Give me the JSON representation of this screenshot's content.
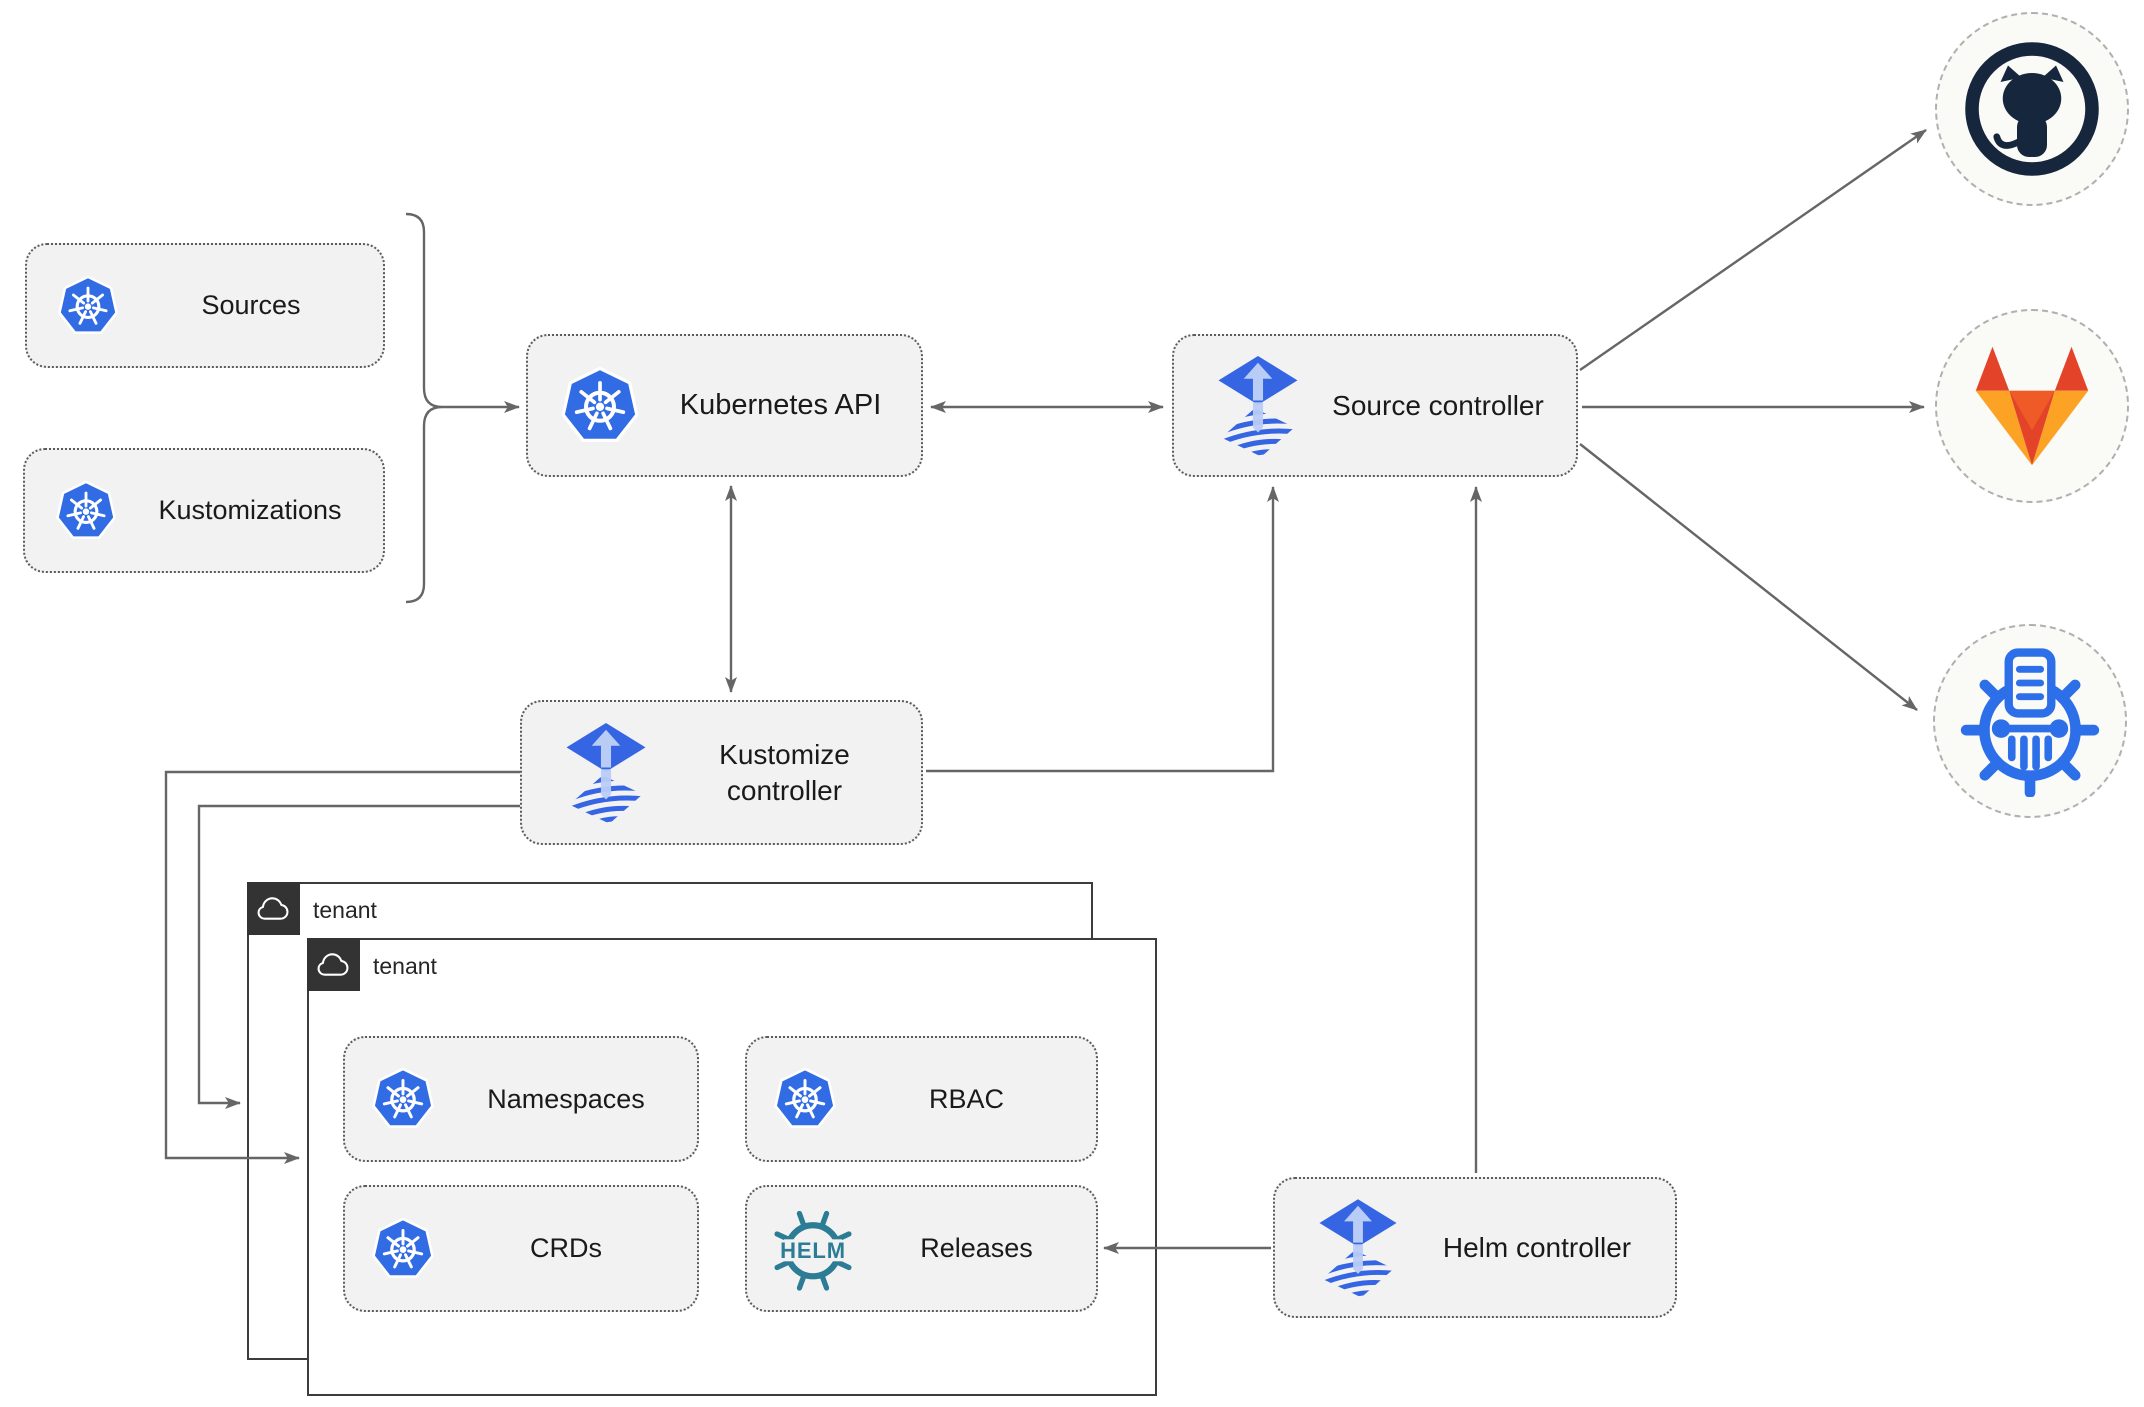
{
  "nodes": {
    "sources": {
      "label": "Sources"
    },
    "kustomizations": {
      "label": "Kustomizations"
    },
    "kubernetes_api": {
      "label": "Kubernetes API"
    },
    "source_controller": {
      "label": "Source controller"
    },
    "kustomize_controller": {
      "label": "Kustomize controller"
    },
    "helm_controller": {
      "label": "Helm controller"
    }
  },
  "tenants": [
    {
      "label": "tenant"
    },
    {
      "label": "tenant"
    }
  ],
  "resources": {
    "namespaces": {
      "label": "Namespaces"
    },
    "rbac": {
      "label": "RBAC"
    },
    "crds": {
      "label": "CRDs"
    },
    "releases": {
      "label": "Releases"
    }
  },
  "icons": {
    "helm_text": "HELM",
    "endpoints": [
      "github",
      "gitlab",
      "helm-chart-repository"
    ]
  },
  "colors": {
    "kubernetes_blue": "#326ce5",
    "flux_blue": "#3565e3",
    "flux_light": "#b9ccf5",
    "helm_teal": "#2b7c94",
    "chartmuseum_blue": "#2d6fe8",
    "github_dark": "#16263c",
    "gitlab_red_orange": "#e24329",
    "gitlab_orange": "#fc6d26",
    "gitlab_light_orange": "#fca326",
    "connector_gray": "#666666",
    "node_fill": "#f2f2f2",
    "node_border": "#5b5b5b",
    "tenant_border": "#3c3c3c",
    "badge_bg": "#333333",
    "endpoint_fill": "#fafaf7",
    "endpoint_border": "#b0b0b0"
  }
}
